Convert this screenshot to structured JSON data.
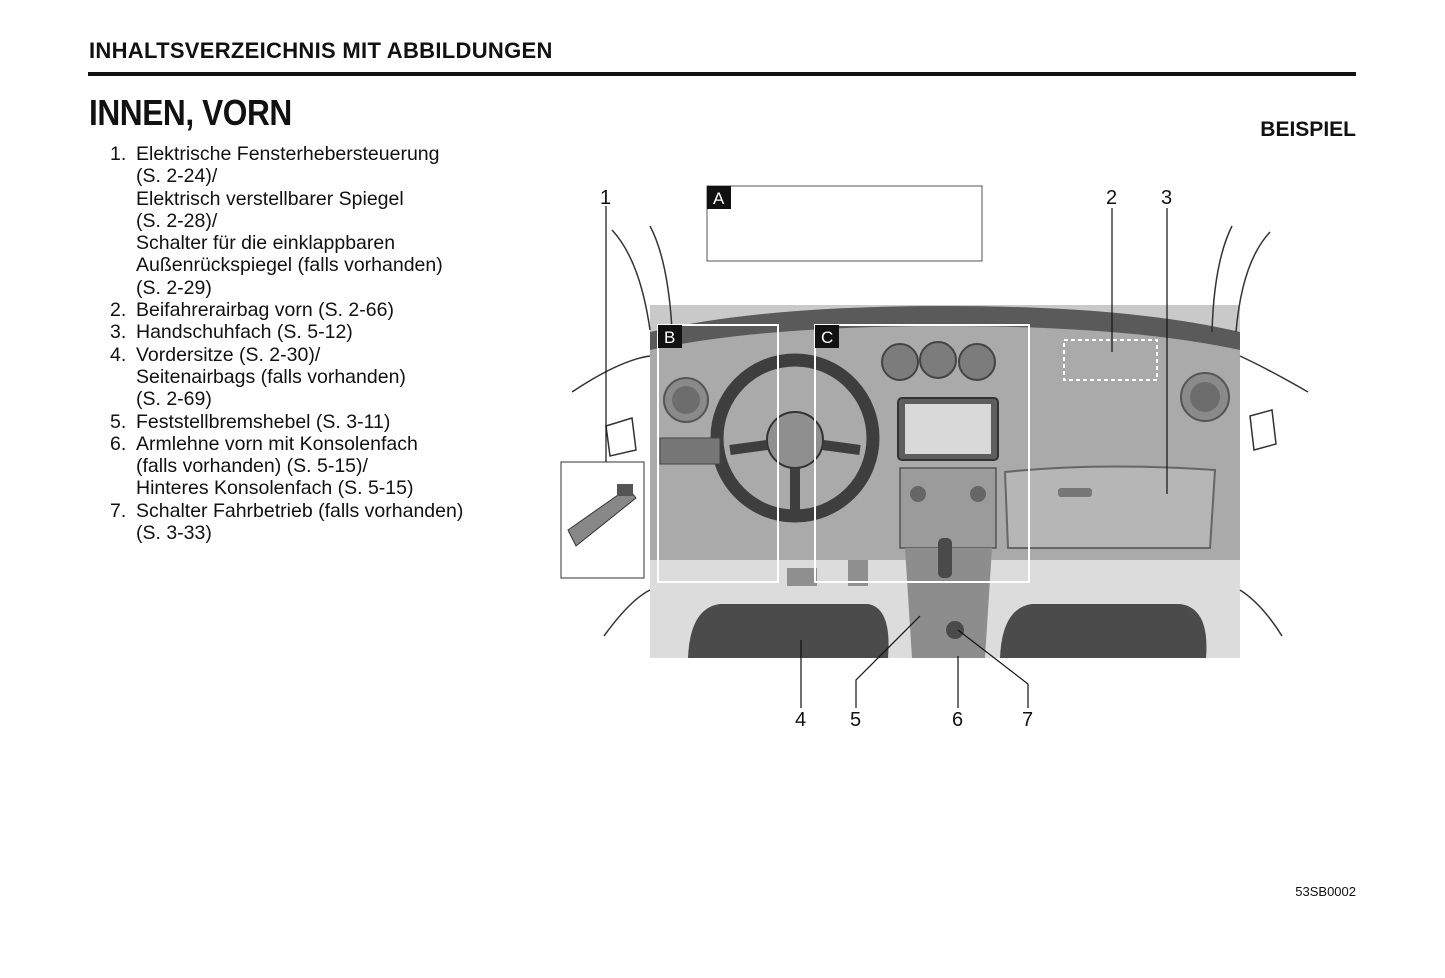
{
  "header": {
    "title": "INHALTSVERZEICHNIS MIT ABBILDUNGEN"
  },
  "section": {
    "title": "INNEN, VORN",
    "example_label": "BEISPIEL"
  },
  "toc": [
    {
      "num": "1.",
      "lines": [
        "Elektrische Fensterhebersteuerung",
        "(S. 2-24)/",
        "Elektrisch verstellbarer Spiegel",
        "(S. 2-28)/",
        "Schalter für die einklappbaren",
        "Außenrückspiegel (falls vorhanden)",
        "(S. 2-29)"
      ]
    },
    {
      "num": "2.",
      "lines": [
        "Beifahrerairbag vorn (S. 2-66)"
      ]
    },
    {
      "num": "3.",
      "lines": [
        "Handschuhfach (S. 5-12)"
      ]
    },
    {
      "num": "4.",
      "lines": [
        "Vordersitze (S. 2-30)/",
        "Seitenairbags (falls vorhanden)",
        "(S. 2-69)"
      ]
    },
    {
      "num": "5.",
      "lines": [
        "Feststellbremshebel (S. 3-11)"
      ]
    },
    {
      "num": "6.",
      "lines": [
        "Armlehne vorn mit Konsolenfach",
        "(falls vorhanden) (S. 5-15)/",
        "Hinteres Konsolenfach (S. 5-15)"
      ]
    },
    {
      "num": "7.",
      "lines": [
        "Schalter Fahrbetrieb (falls vorhanden)",
        "(S. 3-33)"
      ]
    }
  ],
  "figure": {
    "callouts": {
      "c1": "1",
      "c2": "2",
      "c3": "3",
      "c4": "4",
      "c5": "5",
      "c6": "6",
      "c7": "7"
    },
    "box_labels": {
      "a": "A",
      "b": "B",
      "c": "C"
    },
    "code": "53SB0002"
  }
}
